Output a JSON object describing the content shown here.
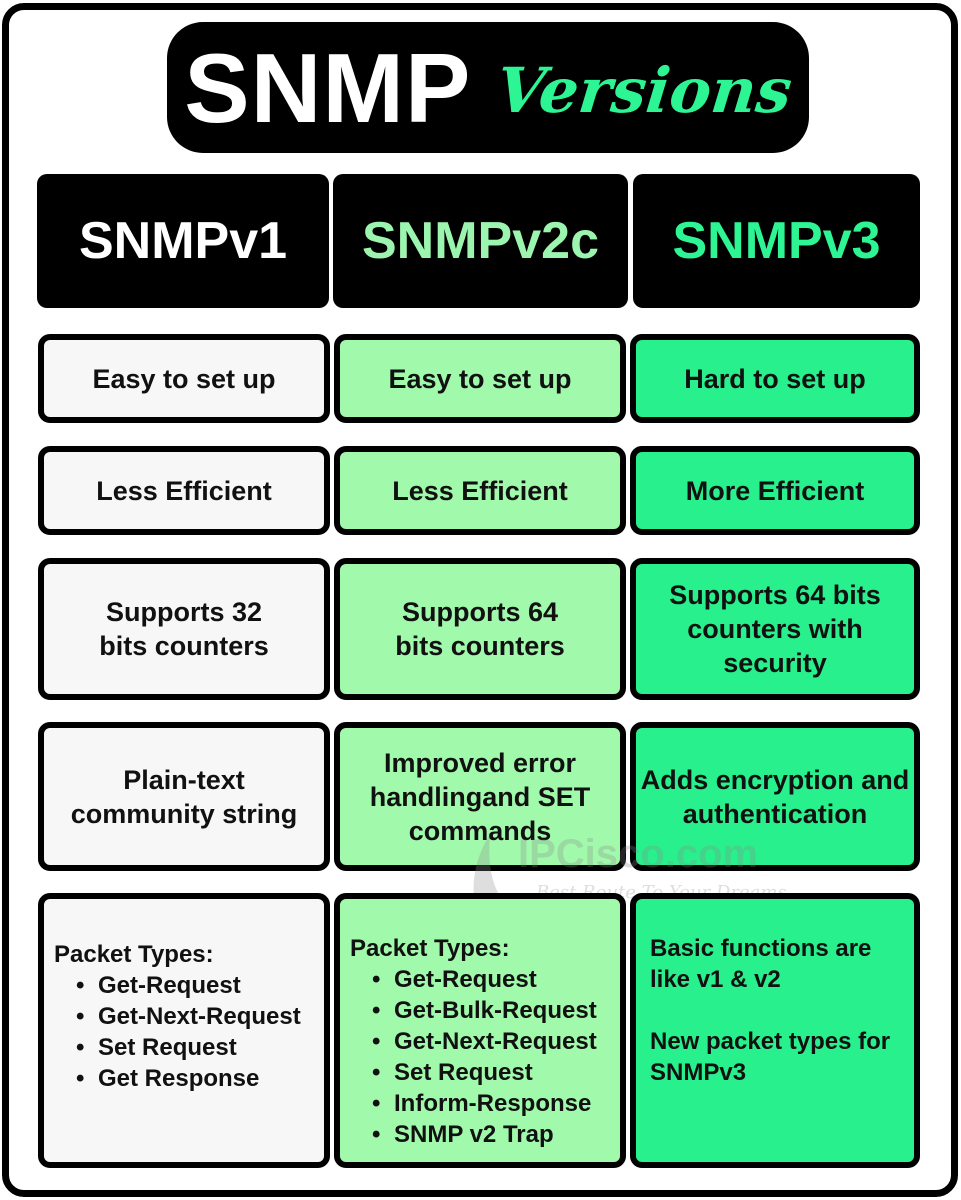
{
  "title": {
    "main": "SNMP",
    "sub": "Versions"
  },
  "colors": {
    "v1": "#f7f7f7",
    "v2c": "#a1f9ab",
    "v3": "#28f08c",
    "accent": "#2ef593"
  },
  "columns": [
    {
      "header": "SNMPv1",
      "setup": "Easy to set up",
      "efficiency": "Less Efficient",
      "counters": "Supports 32 bits counters",
      "security": "Plain-text community string",
      "packets_heading": "Packet Types:",
      "packets": [
        "Get-Request",
        "Get-Next-Request",
        "Set Request",
        "Get Response"
      ]
    },
    {
      "header": "SNMPv2c",
      "setup": "Easy to set up",
      "efficiency": "Less Efficient",
      "counters": "Supports 64 bits counters",
      "security": "Improved error handlingand SET commands",
      "packets_heading": "Packet Types:",
      "packets": [
        "Get-Request",
        "Get-Bulk-Request",
        "Get-Next-Request",
        "Set Request",
        "Inform-Response",
        "SNMP v2 Trap"
      ]
    },
    {
      "header": "SNMPv3",
      "setup": "Hard to set up",
      "efficiency": "More Efficient",
      "counters": "Supports 64 bits counters with security",
      "security": "Adds encryption and authentication",
      "notes": [
        "Basic functions are like v1 & v2",
        "New packet types for SNMPv3"
      ]
    }
  ],
  "watermark": {
    "brand": "IPCisco.com",
    "slogan": "Best Route To Your Dreams"
  }
}
